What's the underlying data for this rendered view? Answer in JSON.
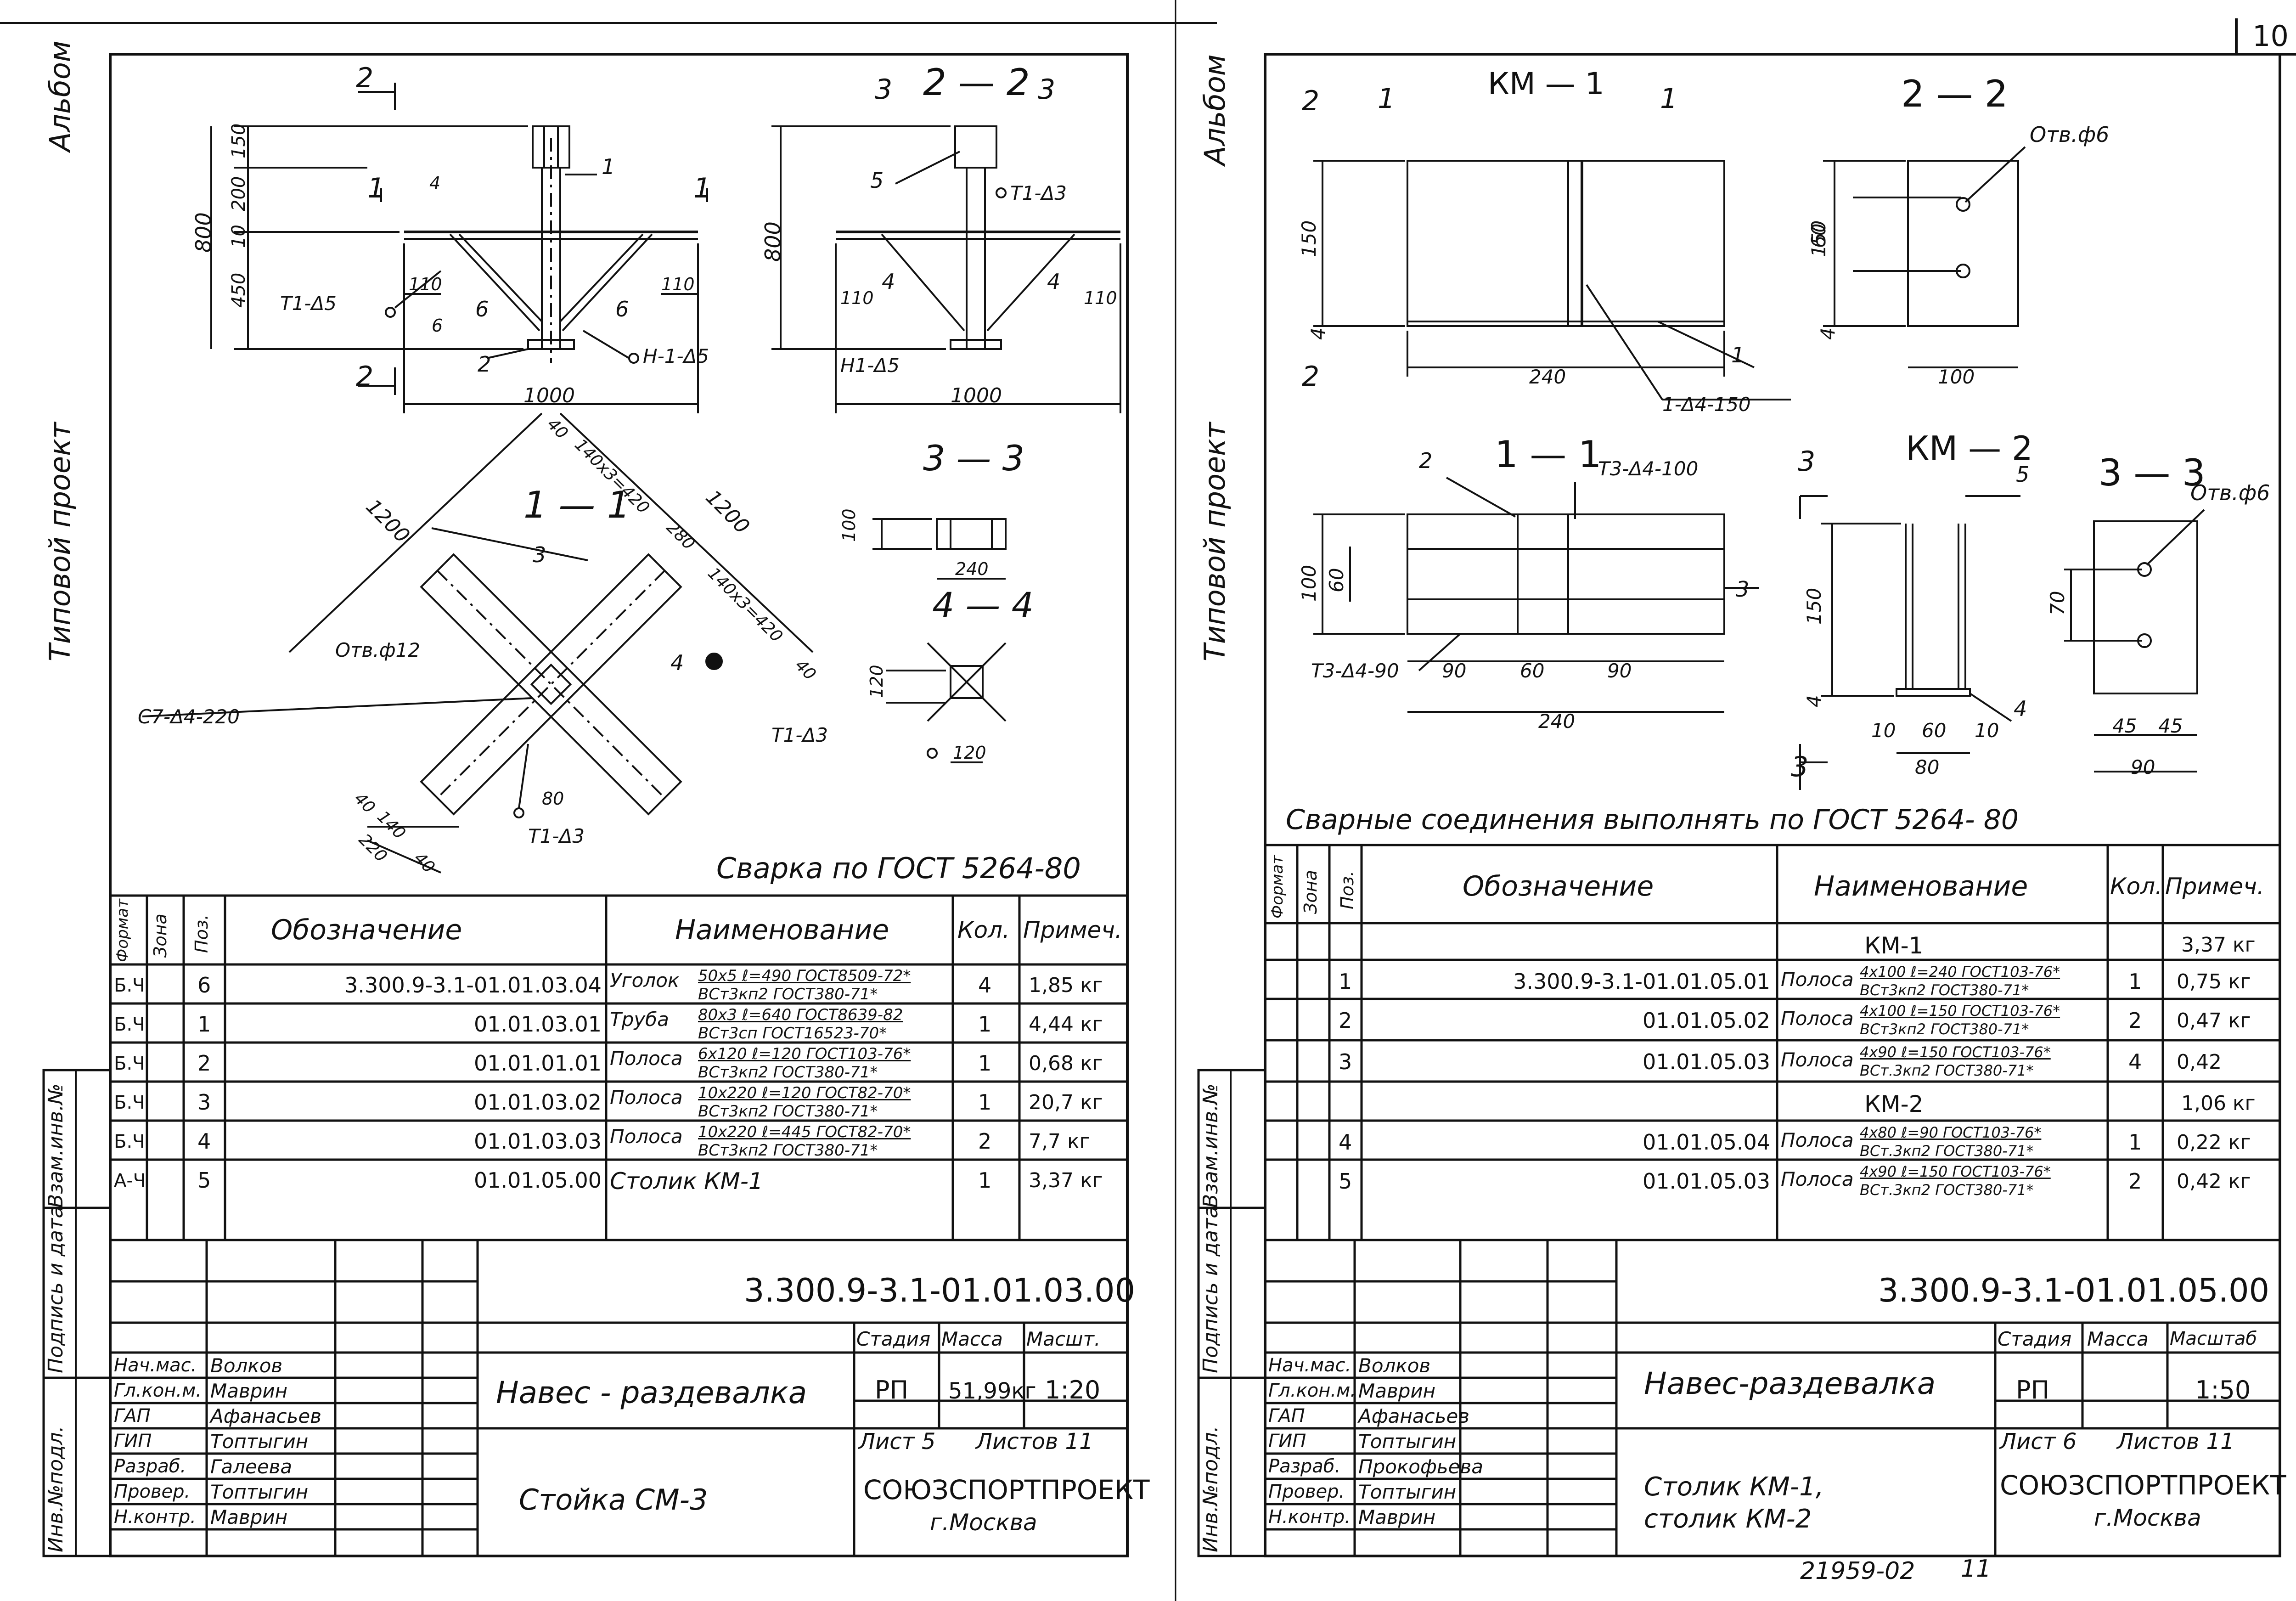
{
  "page_number": "10",
  "left_margin_labels": {
    "album": "Альбом",
    "typical_project": "Типовой проект",
    "sign_stamp": "Взам.инв.№",
    "sign_date": "Подпись и дата",
    "inv_no": "Инв.№подл."
  },
  "left_sheet": {
    "views": {
      "section_2_2_left": "2",
      "section_1_1": "1",
      "section_2_2_top": "2 — 2",
      "section_3_3_top": "3",
      "section_3_3_label": "3 — 3",
      "section_4_4_label": "4 — 4",
      "section_1_1_label": "1 — 1"
    },
    "dims": [
      "150",
      "200",
      "10",
      "800",
      "450",
      "110",
      "6",
      "4",
      "1000",
      "110",
      "110",
      "800",
      "110",
      "1000",
      "1200",
      "1200",
      "40",
      "140x3=420",
      "280",
      "140x3=420",
      "40",
      "40",
      "140",
      "220",
      "40",
      "80",
      "100",
      "240",
      "120",
      "120"
    ],
    "callouts": [
      "1",
      "6",
      "6",
      "2",
      "5",
      "T1-Δ3",
      "4",
      "4",
      "T1-Δ5",
      "H-1-Δ5",
      "H1-Δ5",
      "3",
      "4",
      "Отв.ф12",
      "C7-Δ4-220",
      "T1-Δ3",
      "T1-Δ3"
    ],
    "weld_note": "Сварка по ГОСТ 5264-80",
    "spec": {
      "headers": {
        "format": "Формат",
        "zone": "Зона",
        "pos": "Поз.",
        "designation": "Обозначение",
        "name": "Наименование",
        "qty": "Кол.",
        "note": "Примеч."
      },
      "rows": [
        {
          "format": "Б.Ч",
          "pos": "6",
          "designation": "3.300.9-3.1-01.01.03.04",
          "name": "Уголок",
          "spec1": "50х5 ℓ=490 ГОСТ8509-72*",
          "spec2": "ВСт3кп2 ГОСТ380-71*",
          "qty": "4",
          "note": "1,85 кг"
        },
        {
          "format": "Б.Ч",
          "pos": "1",
          "designation": "01.01.03.01",
          "name": "Труба",
          "spec1": "80х3 ℓ=640 ГОСТ8639-82",
          "spec2": "ВСт3сп ГОСТ16523-70*",
          "qty": "1",
          "note": "4,44 кг"
        },
        {
          "format": "Б.Ч",
          "pos": "2",
          "designation": "01.01.01.01",
          "name": "Полоса",
          "spec1": "6х120 ℓ=120 ГОСТ103-76*",
          "spec2": "ВСт3кп2 ГОСТ380-71*",
          "qty": "1",
          "note": "0,68 кг"
        },
        {
          "format": "Б.Ч",
          "pos": "3",
          "designation": "01.01.03.02",
          "name": "Полоса",
          "spec1": "10х220 ℓ=120 ГОСТ82-70*",
          "spec2": "ВСт3кп2 ГОСТ380-71*",
          "qty": "1",
          "note": "20,7 кг"
        },
        {
          "format": "Б.Ч",
          "pos": "4",
          "designation": "01.01.03.03",
          "name": "Полоса",
          "spec1": "10х220 ℓ=445 ГОСТ82-70*",
          "spec2": "ВСт3кп2 ГОСТ380-71*",
          "qty": "2",
          "note": "7,7 кг"
        },
        {
          "format": "А-Ч",
          "pos": "5",
          "designation": "01.01.05.00",
          "name": "Столик  КМ-1",
          "spec1": "",
          "spec2": "",
          "qty": "1",
          "note": "3,37 кг"
        }
      ]
    },
    "title_block": {
      "doc_number": "3.300.9-3.1-01.01.03.00",
      "roles": [
        "Нач.мас.",
        "Гл.кон.м.",
        "ГАП",
        "ГИП",
        "Разраб.",
        "Провер.",
        "Н.контр."
      ],
      "names": [
        "Волков",
        "Маврин",
        "Афанасьев",
        "Топтыгин",
        "Галеева",
        "Топтыгин",
        "Маврин"
      ],
      "project": "Навес - раздевалка",
      "drawing": "Стойка  СМ-3",
      "stage_h": "Стадия",
      "mass_h": "Масса",
      "scale_h": "Масшт.",
      "stage": "РП",
      "mass": "51,99кг",
      "scale": "1:20",
      "sheet": "Лист 5",
      "sheets": "Листов 11",
      "org": "СОЮЗСПОРТПРОЕКТ",
      "city": "г.Москва"
    }
  },
  "right_sheet": {
    "views": {
      "km1": "КМ — 1",
      "v22": "2 — 2",
      "v11": "1 — 1",
      "km2": "КМ — 2",
      "v33": "3 — 3"
    },
    "dims": [
      "150",
      "4",
      "240",
      "60",
      "150",
      "4",
      "100",
      "100",
      "60",
      "90",
      "60",
      "90",
      "240",
      "150",
      "4",
      "10",
      "60",
      "10",
      "80",
      "70",
      "45",
      "45",
      "90"
    ],
    "callouts": [
      "2",
      "1",
      "1",
      "2",
      "Отв.ф6",
      "1",
      "1-Δ4-150",
      "2",
      "T3-Δ4-100",
      "3",
      "T3-Δ4-90",
      "3",
      "5",
      "4",
      "Отв.ф6",
      "3"
    ],
    "weld_note": "Сварные соединения выполнять по ГОСТ 5264- 80",
    "spec": {
      "headers": {
        "format": "Формат",
        "zone": "Зона",
        "pos": "Поз.",
        "designation": "Обозначение",
        "name": "Наименование",
        "qty": "Кол.",
        "note": "Примеч."
      },
      "groups": [
        {
          "title": "КМ-1",
          "note": "3,37 кг",
          "rows": [
            {
              "pos": "1",
              "designation": "3.300.9-3.1-01.01.05.01",
              "name": "Полоса",
              "spec1": "4х100 ℓ=240 ГОСТ103-76*",
              "spec2": "ВСт3кп2 ГОСТ380-71*",
              "qty": "1",
              "note": "0,75 кг"
            },
            {
              "pos": "2",
              "designation": "01.01.05.02",
              "name": "Полоса",
              "spec1": "4х100 ℓ=150 ГОСТ103-76*",
              "spec2": "ВСт3кп2 ГОСТ380-71*",
              "qty": "2",
              "note": "0,47 кг"
            },
            {
              "pos": "3",
              "designation": "01.01.05.03",
              "name": "Полоса",
              "spec1": "4х90 ℓ=150 ГОСТ103-76*",
              "spec2": "ВСт.3кп2 ГОСТ380-71*",
              "qty": "4",
              "note": "0,42"
            }
          ]
        },
        {
          "title": "КМ-2",
          "note": "1,06 кг",
          "rows": [
            {
              "pos": "4",
              "designation": "01.01.05.04",
              "name": "Полоса",
              "spec1": "4х80 ℓ=90 ГОСТ103-76*",
              "spec2": "ВСт.3кп2 ГОСТ380-71*",
              "qty": "1",
              "note": "0,22 кг"
            },
            {
              "pos": "5",
              "designation": "01.01.05.03",
              "name": "Полоса",
              "spec1": "4х90 ℓ=150 ГОСТ103-76*",
              "spec2": "ВСт.3кп2 ГОСТ380-71*",
              "qty": "2",
              "note": "0,42 кг"
            }
          ]
        }
      ]
    },
    "title_block": {
      "doc_number": "3.300.9-3.1-01.01.05.00",
      "roles": [
        "Нач.мас.",
        "Гл.кон.м.",
        "ГАП",
        "ГИП",
        "Разраб.",
        "Провер.",
        "Н.контр."
      ],
      "names": [
        "Волков",
        "Маврин",
        "Афанасьев",
        "Топтыгин",
        "Прокофьева",
        "Топтыгин",
        "Маврин"
      ],
      "project": "Навес-раздевалка",
      "drawing1": "Столик  КМ-1,",
      "drawing2": "столик  КМ-2",
      "stage_h": "Стадия",
      "mass_h": "Масса",
      "scale_h": "Масштаб",
      "stage": "РП",
      "mass": "",
      "scale": "1:50",
      "sheet": "Лист 6",
      "sheets": "Листов 11",
      "org": "СОЮЗСПОРТПРОЕКТ",
      "city": "г.Москва"
    },
    "footer_code": "21959-02",
    "footer_num": "11"
  }
}
